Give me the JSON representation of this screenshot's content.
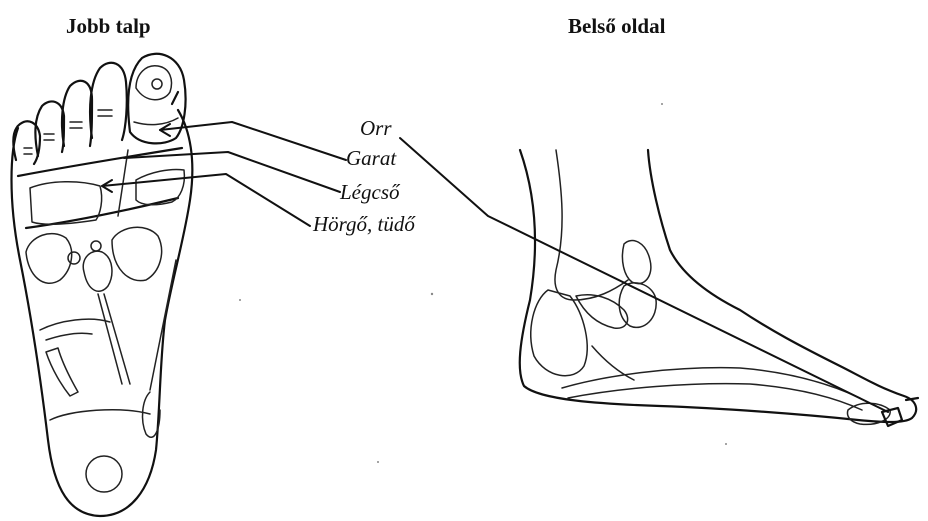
{
  "titles": {
    "left": "Jobb talp",
    "right": "Belső oldal"
  },
  "callouts": [
    {
      "id": "nose",
      "label": "Orr"
    },
    {
      "id": "pharynx",
      "label": "Garat"
    },
    {
      "id": "trachea",
      "label": "Légcső"
    },
    {
      "id": "bronchi-lungs",
      "label": "Hörgő, tüdő"
    }
  ]
}
